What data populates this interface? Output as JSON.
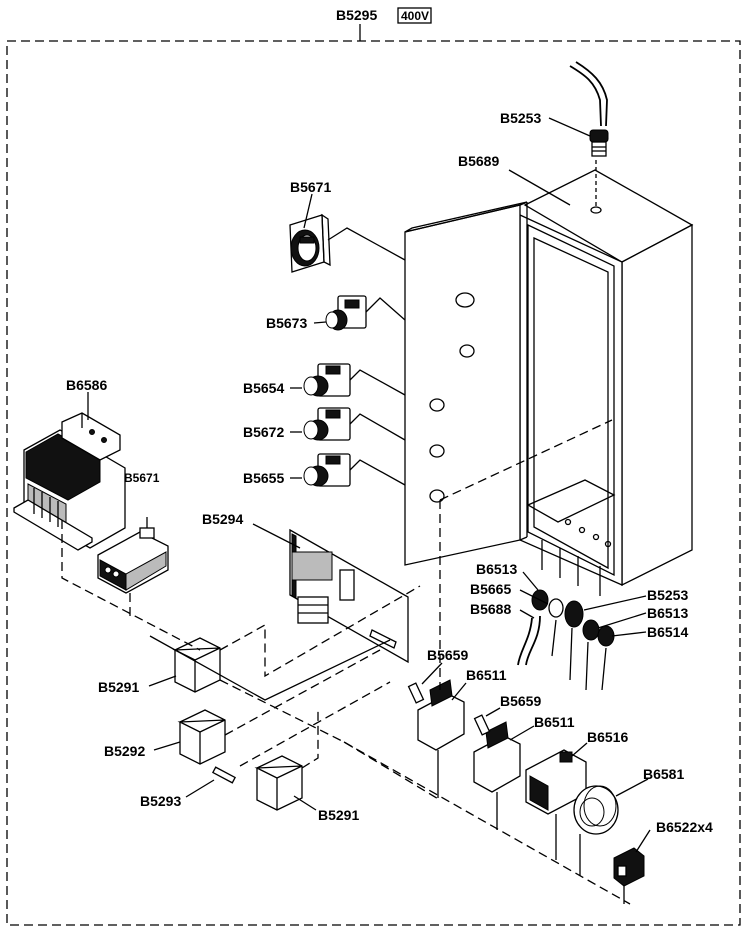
{
  "title": {
    "code": "B5295",
    "badge": "400V"
  },
  "labels": {
    "B5253_top": "B5253",
    "B5689": "B5689",
    "B5671_top": "B5671",
    "B5673": "B5673",
    "B5654": "B5654",
    "B5672": "B5672",
    "B5655": "B5655",
    "B6586": "B6586",
    "B5671_mid": "B5671",
    "B5294": "B5294",
    "B6513_a": "B6513",
    "B5665": "B5665",
    "B5688": "B5688",
    "B5253_right": "B5253",
    "B6513_b": "B6513",
    "B6514": "B6514",
    "B5659_a": "B5659",
    "B6511_a": "B6511",
    "B5659_b": "B5659",
    "B6511_b": "B6511",
    "B6516": "B6516",
    "B6581": "B6581",
    "B6522": "B6522x4",
    "B5291_a": "B5291",
    "B5292": "B5292",
    "B5293": "B5293",
    "B5291_b": "B5291"
  }
}
